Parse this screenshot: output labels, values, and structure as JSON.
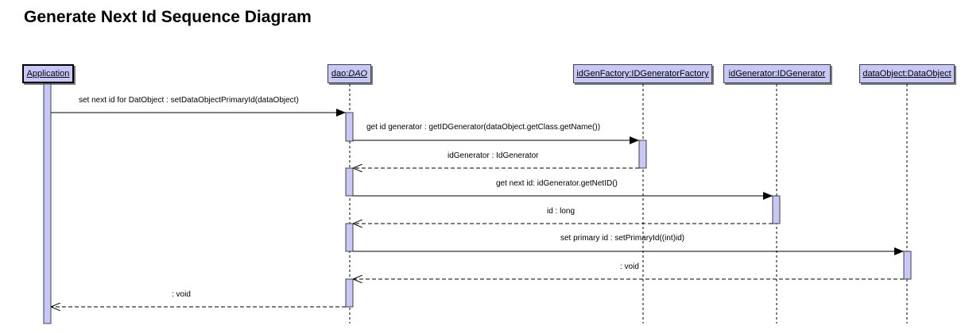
{
  "title": "Generate Next Id Sequence Diagram",
  "colors": {
    "lifeline_fill": "#c8c8f8",
    "activation_fill": "#c8c8f8",
    "border": "#404040",
    "line": "#000000"
  },
  "lifelines": [
    {
      "id": "app",
      "name": "Application",
      "type": ""
    },
    {
      "id": "dao",
      "name": "dao:",
      "type": "DAO"
    },
    {
      "id": "fac",
      "name": "idGenFactory:IDGeneratorFactory",
      "type": ""
    },
    {
      "id": "gen",
      "name": "idGenerator:IDGenerator",
      "type": ""
    },
    {
      "id": "obj",
      "name": "dataObject:DataObject",
      "type": ""
    }
  ],
  "messages": [
    {
      "from": "app",
      "to": "dao",
      "kind": "call",
      "label": "set next id for DatObject : setDataObjectPrimaryId(dataObject)"
    },
    {
      "from": "dao",
      "to": "fac",
      "kind": "call",
      "label": "get id generator : getIDGenerator(dataObject.getClass.getName())"
    },
    {
      "from": "fac",
      "to": "dao",
      "kind": "return",
      "label": "idGenerator : IdGenerator"
    },
    {
      "from": "dao",
      "to": "gen",
      "kind": "call",
      "label": "get next id: idGenerator.getNetID()"
    },
    {
      "from": "gen",
      "to": "dao",
      "kind": "return",
      "label": "id : long"
    },
    {
      "from": "dao",
      "to": "obj",
      "kind": "call",
      "label": "set primary id : setPrimaryId((int)id)"
    },
    {
      "from": "obj",
      "to": "dao",
      "kind": "return",
      "label": ": void"
    },
    {
      "from": "dao",
      "to": "app",
      "kind": "return",
      "label": ": void"
    }
  ]
}
